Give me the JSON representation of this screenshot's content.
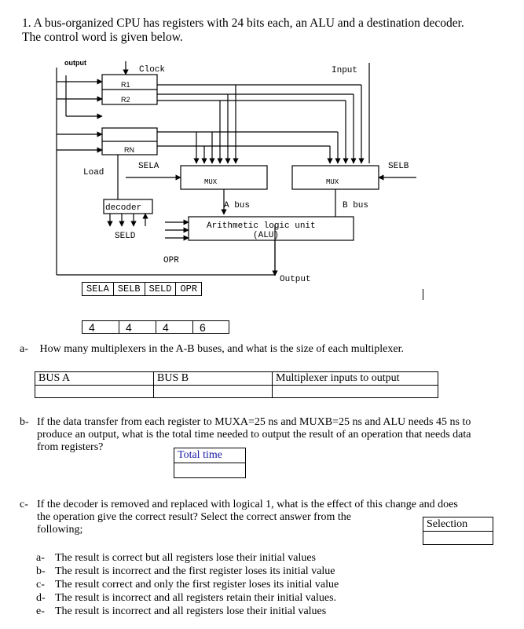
{
  "question": {
    "title_line1": "1.  A bus-organized CPU has registers with 24 bits each, an ALU and a destination decoder.",
    "title_line2": "The control word is given below."
  },
  "diagram": {
    "output_label": "output",
    "clock_label": "Clock",
    "input_label": "Input",
    "r1_label": "R1",
    "r2_label": "R2",
    "rn_label": "RN",
    "load_label": "Load",
    "sela_label": "SELA",
    "selb_label": "SELB",
    "mux_a_label": "MUX",
    "mux_b_label": "MUX",
    "abus_label": "A bus",
    "bbus_label": "B bus",
    "decoder_label": "decoder",
    "seld_label": "SELD",
    "opr_label": "OPR",
    "alu_label_line1": "Arithmetic logic unit",
    "alu_label_line2": "(ALU)",
    "alu_output_label": "Output"
  },
  "control_word": {
    "fields": [
      "SELA",
      "SELB",
      "SELD",
      "OPR"
    ],
    "widths": [
      "4",
      "4",
      "4",
      "6"
    ]
  },
  "part_a": {
    "letter": "a-",
    "text": "How many multiplexers in the A-B buses, and what is the size of each multiplexer.",
    "headers": [
      "BUS A",
      "BUS B",
      "Multiplexer inputs to output"
    ]
  },
  "part_b": {
    "letter": "b-",
    "line1": "If the data transfer from each register to MUXA=25 ns and MUXB=25 ns and ALU needs 45 ns to",
    "line2": "produce an output, what is the total time needed to output the result of an operation that needs data",
    "line3": "from registers?",
    "answer_header": "Total time"
  },
  "part_c": {
    "letter": "c-",
    "line1": "If the decoder is removed and replaced with logical 1, what is the effect of this change and does",
    "line2": "the operation give the correct result? Select the correct answer from the",
    "line3": "following;",
    "answer_header": "Selection",
    "options": [
      {
        "letter": "a-",
        "text": "The result is correct but all registers lose their initial values"
      },
      {
        "letter": "b-",
        "text": "The result is incorrect and the first register loses its initial value"
      },
      {
        "letter": "c-",
        "text": "The result correct and only the first register loses its initial value"
      },
      {
        "letter": "d-",
        "text": "The result is incorrect and all registers retain their initial values."
      },
      {
        "letter": "e-",
        "text": "The result is incorrect and all registers lose their initial values"
      }
    ]
  }
}
